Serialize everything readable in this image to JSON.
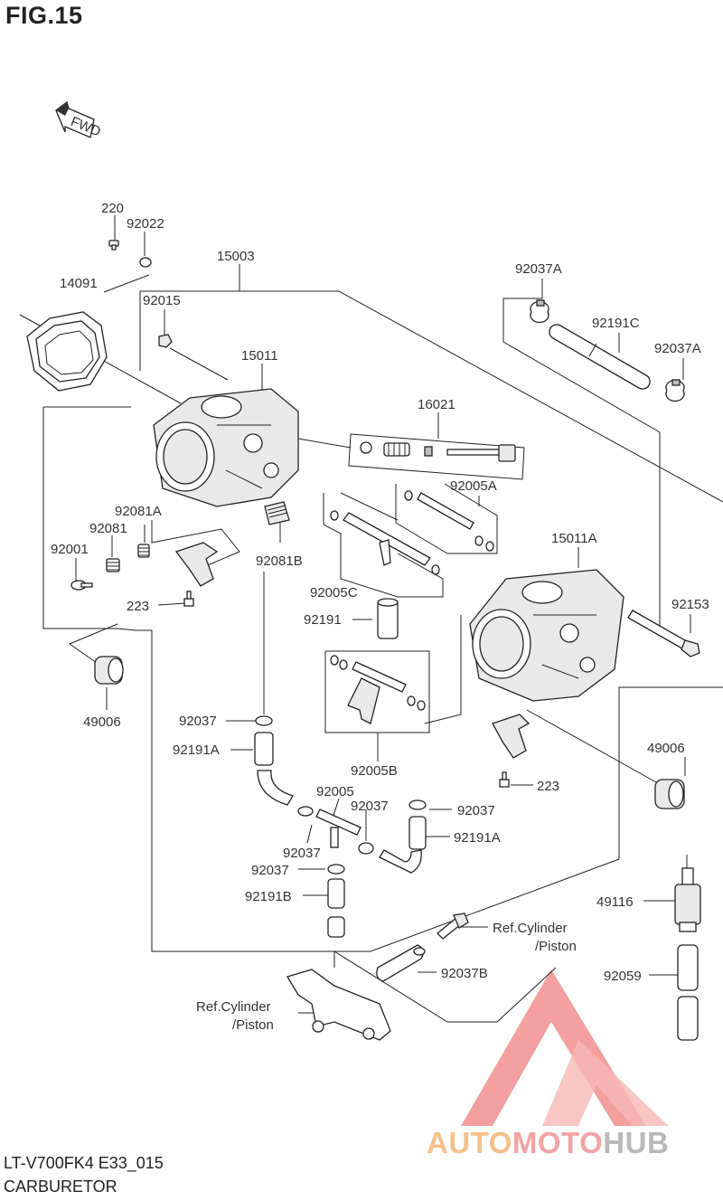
{
  "figure": {
    "title": "FIG.15",
    "model_code": "LT-V700FK4 E33_015",
    "section_name": "CARBURETOR",
    "fwd_label": "FWD"
  },
  "watermark": {
    "part1": "AUTO",
    "part2": "MOTO",
    "part3": "HUB",
    "colors": {
      "auto": "#f6c08a",
      "moto": "#f3a3a3",
      "hub": "#b9b9b9",
      "triangle": "#f08080"
    }
  },
  "callouts": [
    {
      "id": "220",
      "text": "220"
    },
    {
      "id": "92022",
      "text": "92022"
    },
    {
      "id": "15003",
      "text": "15003"
    },
    {
      "id": "14091",
      "text": "14091"
    },
    {
      "id": "92015",
      "text": "92015"
    },
    {
      "id": "15011",
      "text": "15011"
    },
    {
      "id": "92037A-1",
      "text": "92037A"
    },
    {
      "id": "92191C",
      "text": "92191C"
    },
    {
      "id": "92037A-2",
      "text": "92037A"
    },
    {
      "id": "16021",
      "text": "16021"
    },
    {
      "id": "92005A",
      "text": "92005A"
    },
    {
      "id": "92081A",
      "text": "92081A"
    },
    {
      "id": "92081",
      "text": "92081"
    },
    {
      "id": "92001",
      "text": "92001"
    },
    {
      "id": "92081B",
      "text": "92081B"
    },
    {
      "id": "15011A",
      "text": "15011A"
    },
    {
      "id": "223-1",
      "text": "223"
    },
    {
      "id": "92005C",
      "text": "92005C"
    },
    {
      "id": "92153",
      "text": "92153"
    },
    {
      "id": "92191",
      "text": "92191"
    },
    {
      "id": "49006-1",
      "text": "49006"
    },
    {
      "id": "92037-1",
      "text": "92037"
    },
    {
      "id": "49006-2",
      "text": "49006"
    },
    {
      "id": "92191A-1",
      "text": "92191A"
    },
    {
      "id": "92005B",
      "text": "92005B"
    },
    {
      "id": "223-2",
      "text": "223"
    },
    {
      "id": "92005",
      "text": "92005"
    },
    {
      "id": "92037-2",
      "text": "92037"
    },
    {
      "id": "92037-3",
      "text": "92037"
    },
    {
      "id": "92191A-2",
      "text": "92191A"
    },
    {
      "id": "92037-4",
      "text": "92037"
    },
    {
      "id": "92037-5",
      "text": "92037"
    },
    {
      "id": "49116",
      "text": "49116"
    },
    {
      "id": "92191B",
      "text": "92191B"
    },
    {
      "id": "ref-1a",
      "text": "Ref.Cylinder"
    },
    {
      "id": "ref-1b",
      "text": "/Piston"
    },
    {
      "id": "92037B",
      "text": "92037B"
    },
    {
      "id": "92059",
      "text": "92059"
    },
    {
      "id": "ref-2a",
      "text": "Ref.Cylinder"
    },
    {
      "id": "ref-2b",
      "text": "/Piston"
    }
  ]
}
